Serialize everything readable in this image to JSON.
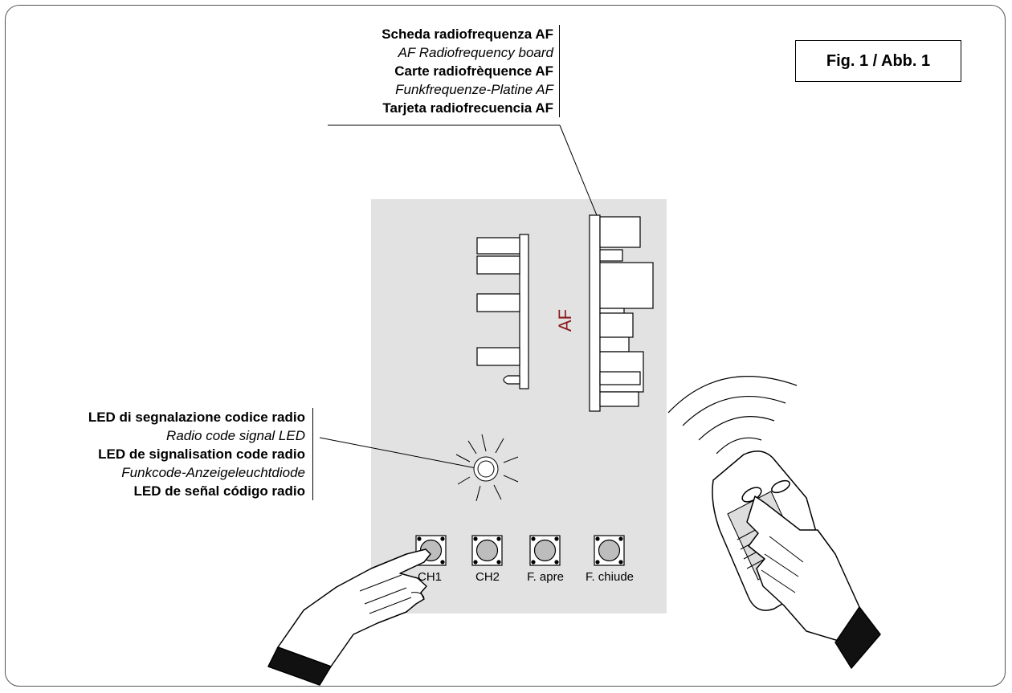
{
  "figure_label": "Fig. 1 / Abb. 1",
  "af_board_labels": [
    {
      "text": "Scheda radiofrequenza AF",
      "style": "bold"
    },
    {
      "text": "AF Radiofrequency board",
      "style": "italic"
    },
    {
      "text": "Carte radiofrèquence AF",
      "style": "bold"
    },
    {
      "text": "Funkfrequenze-Platine AF",
      "style": "italic"
    },
    {
      "text": "Tarjeta radiofrecuencia AF",
      "style": "bold"
    }
  ],
  "led_labels": [
    {
      "text": "LED di segnalazione codice radio",
      "style": "bold"
    },
    {
      "text": "Radio code signal LED",
      "style": "italic"
    },
    {
      "text": "LED de signalisation code radio",
      "style": "bold"
    },
    {
      "text": "Funkcode-Anzeigeleuchtdiode",
      "style": "italic"
    },
    {
      "text": "LED de señal código radio",
      "style": "bold"
    }
  ],
  "board_af_text": "AF",
  "buttons": [
    {
      "label": "CH1"
    },
    {
      "label": "CH2"
    },
    {
      "label": "F. apre"
    },
    {
      "label": "F. chiude"
    }
  ],
  "colors": {
    "board": "#e2e2e2",
    "af_text": "#8b1a1a",
    "line": "#000000"
  }
}
